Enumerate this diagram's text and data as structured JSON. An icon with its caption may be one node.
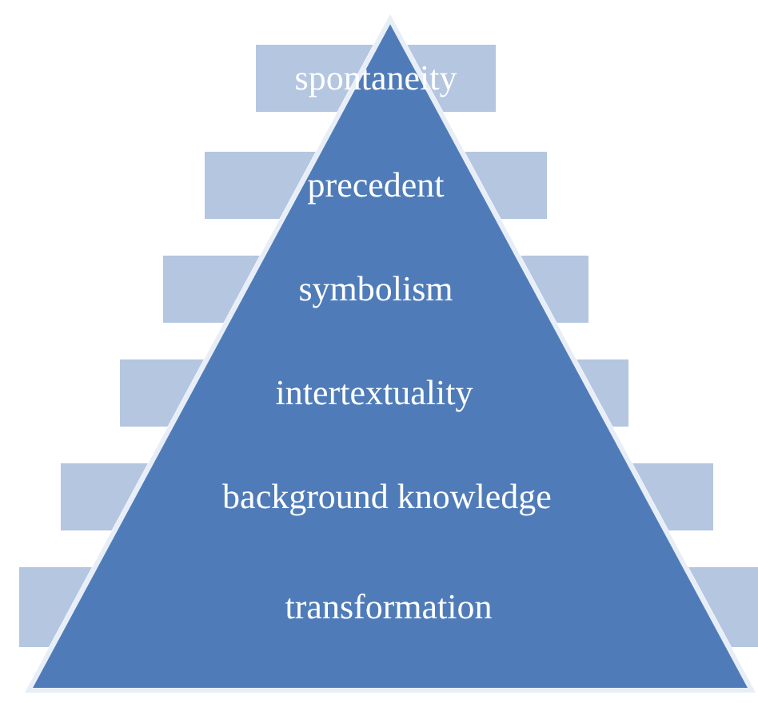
{
  "diagram": {
    "nodes": [
      {
        "text": [
          "spontaneity",
          "precedent",
          "symbolism",
          "intertextuality",
          "background knowledge",
          "transformation"
        ]
      }
    ]
  }
}
